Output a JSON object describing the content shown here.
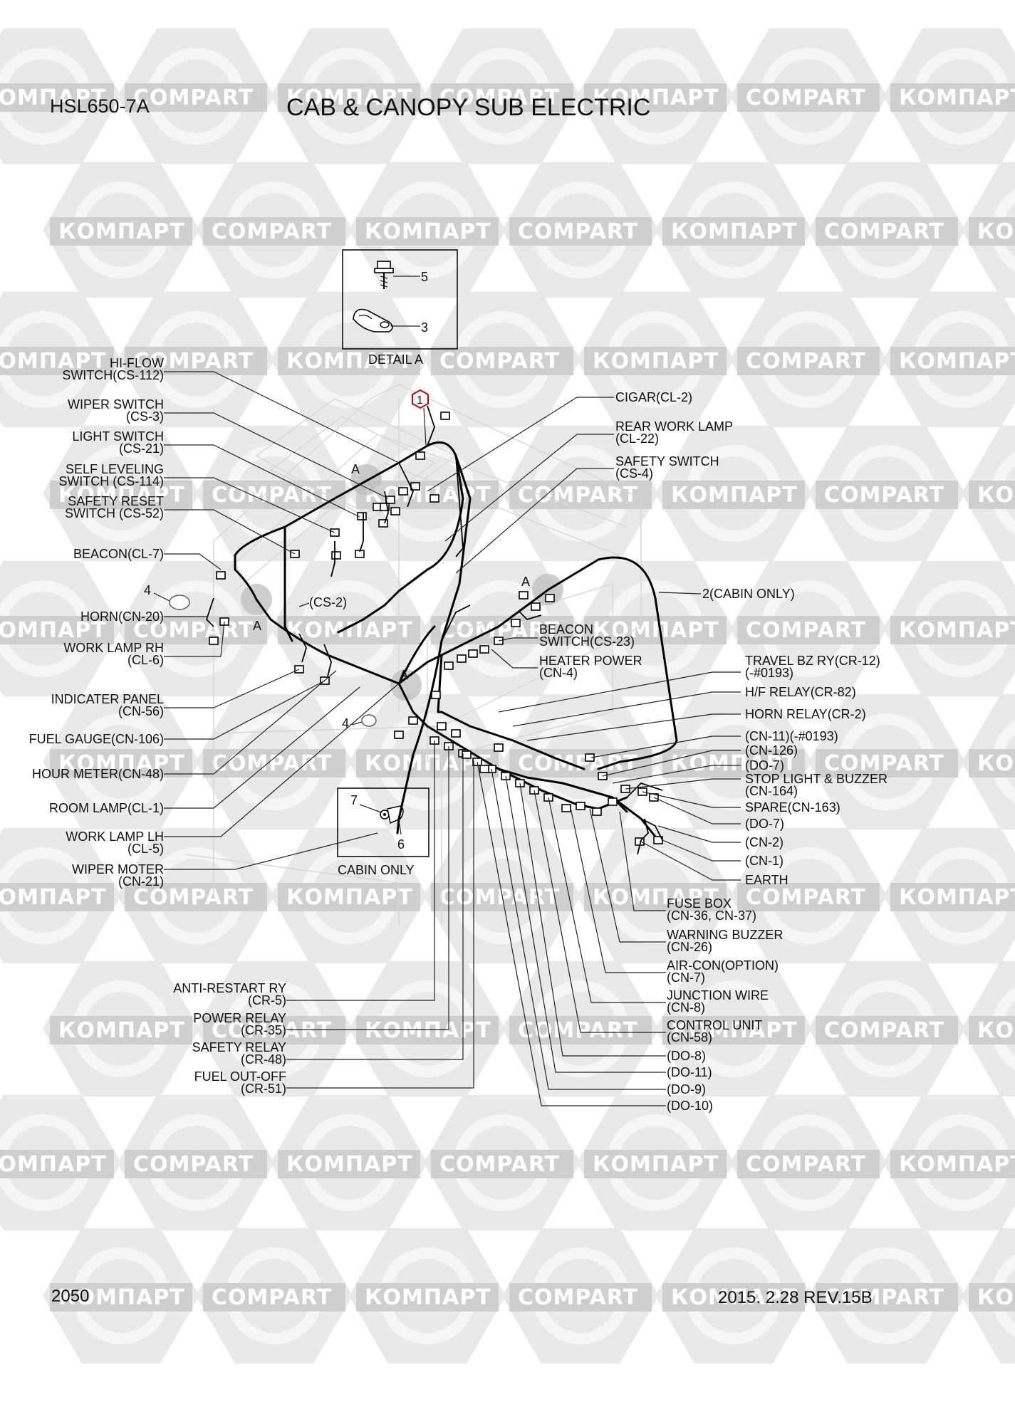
{
  "header": {
    "model": "HSL650-7A",
    "title": "CAB & CANOPY SUB ELECTRIC"
  },
  "footer": {
    "page_number": "2050",
    "revision": "2015. 2.28  REV.15B"
  },
  "watermark": {
    "text_ru": "КОМПАРТ",
    "text_en": "COMPART",
    "color": "#d4d4d4"
  },
  "detail_a": {
    "title": "DETAIL A",
    "part_5": "5",
    "part_3": "3"
  },
  "cabin_only_box": {
    "title": "CABIN ONLY",
    "part_7": "7",
    "part_6": "6"
  },
  "markers": {
    "part_1": "1",
    "part_1_color": "#d00000",
    "detail_letter": "A",
    "part_4": "4"
  },
  "left_labels": [
    {
      "line1": "HI-FLOW",
      "line2": "SWITCH(CS-112)"
    },
    {
      "line1": "WIPER SWITCH",
      "line2": "(CS-3)"
    },
    {
      "line1": "LIGHT SWITCH",
      "line2": "(CS-21)"
    },
    {
      "line1": "SELF LEVELING",
      "line2": "SWITCH (CS-114)"
    },
    {
      "line1": "SAFETY RESET",
      "line2": "SWITCH (CS-52)"
    },
    {
      "line1": "BEACON(CL-7)",
      "line2": ""
    },
    {
      "line1": "HORN(CN-20)",
      "line2": ""
    },
    {
      "line1": "WORK LAMP RH",
      "line2": "(CL-6)"
    },
    {
      "line1": "INDICATER PANEL",
      "line2": "(CN-56)"
    },
    {
      "line1": "FUEL GAUGE(CN-106)",
      "line2": ""
    },
    {
      "line1": "HOUR METER(CN-48)",
      "line2": ""
    },
    {
      "line1": "ROOM LAMP(CL-1)",
      "line2": ""
    },
    {
      "line1": "WORK LAMP LH",
      "line2": "(CL-5)"
    },
    {
      "line1": "WIPER MOTER",
      "line2": "(CN-21)"
    }
  ],
  "bottom_left_labels": [
    {
      "line1": "ANTI-RESTART RY",
      "line2": "(CR-5)"
    },
    {
      "line1": "POWER RELAY",
      "line2": "(CR-35)"
    },
    {
      "line1": "SAFETY RELAY",
      "line2": "(CR-48)"
    },
    {
      "line1": "FUEL OUT-OFF",
      "line2": "(CR-51)"
    }
  ],
  "top_right_labels": [
    {
      "line1": "CIGAR(CL-2)",
      "line2": ""
    },
    {
      "line1": "REAR WORK LAMP",
      "line2": "(CL-22)"
    },
    {
      "line1": "SAFETY SWITCH",
      "line2": "(CS-4)"
    }
  ],
  "cabin_harness_label": "2(CABIN ONLY)",
  "cs2_label": "(CS-2)",
  "middle_labels": [
    {
      "line1": "BEACON",
      "line2": "SWITCH(CS-23)"
    },
    {
      "line1": "HEATER POWER",
      "line2": "(CN-4)"
    }
  ],
  "right_labels": [
    {
      "line1": "TRAVEL BZ RY(CR-12)",
      "line2": "(-#0193)"
    },
    {
      "line1": "H/F RELAY(CR-82)",
      "line2": ""
    },
    {
      "line1": "HORN RELAY(CR-2)",
      "line2": ""
    },
    {
      "line1": "(CN-11)(-#0193)",
      "line2": ""
    },
    {
      "line1": "(CN-126)",
      "line2": ""
    },
    {
      "line1": "(DO-7)",
      "line2": ""
    },
    {
      "line1": "STOP LIGHT & BUZZER",
      "line2": "(CN-164)"
    },
    {
      "line1": "SPARE(CN-163)",
      "line2": ""
    },
    {
      "line1": "(DO-7)",
      "line2": ""
    },
    {
      "line1": "(CN-2)",
      "line2": ""
    },
    {
      "line1": "(CN-1)",
      "line2": ""
    },
    {
      "line1": "EARTH",
      "line2": ""
    }
  ],
  "bottom_right_labels": [
    {
      "line1": "FUSE BOX",
      "line2": "(CN-36, CN-37)"
    },
    {
      "line1": "WARNING BUZZER",
      "line2": "(CN-26)"
    },
    {
      "line1": "AIR-CON(OPTION)",
      "line2": "(CN-7)"
    },
    {
      "line1": "JUNCTION WIRE",
      "line2": "(CN-8)"
    },
    {
      "line1": "CONTROL UNIT",
      "line2": "(CN-58)"
    },
    {
      "line1": "(DO-8)",
      "line2": ""
    },
    {
      "line1": "(DO-11)",
      "line2": ""
    },
    {
      "line1": "(DO-9)",
      "line2": ""
    },
    {
      "line1": "(DO-10)",
      "line2": ""
    }
  ]
}
